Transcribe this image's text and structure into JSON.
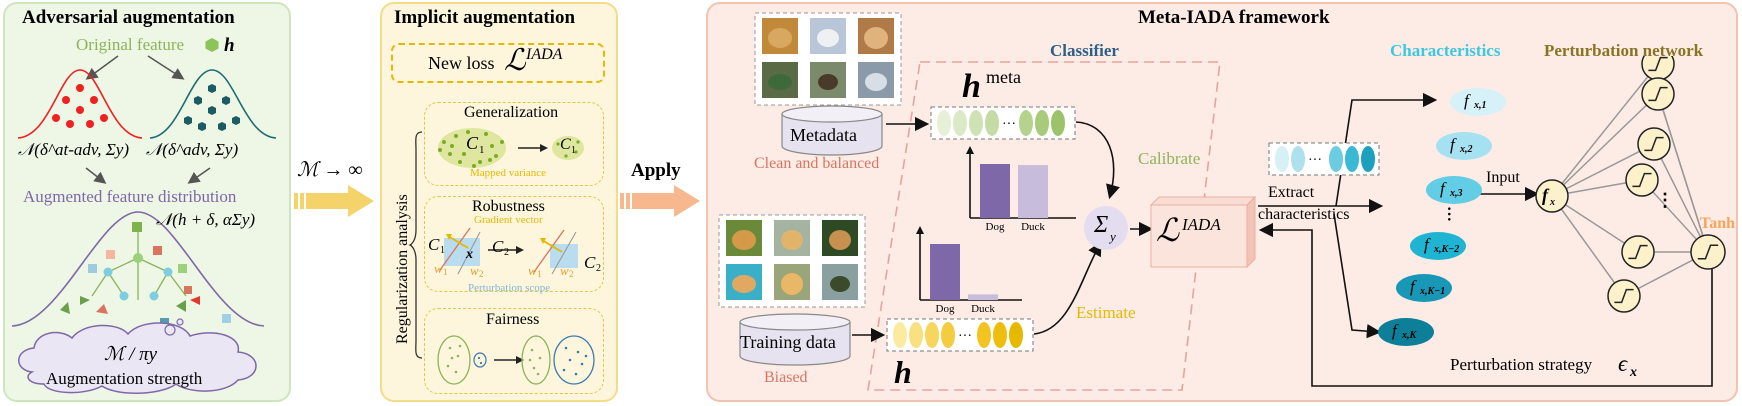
{
  "panel1": {
    "title": "Adversarial augmentation",
    "original_feature_label": "Original feature",
    "h_symbol": "h",
    "dist_left": "𝒩(δ^at-adv, Σy)",
    "dist_right": "𝒩(δ^adv, Σy)",
    "augmented_label": "Augmented feature distribution",
    "augmented_formula": "𝒩(h + δ, αΣy)",
    "strength_formula": "ℳ / πy",
    "strength_label": "Augmentation strength"
  },
  "limit_label": "ℳ → ∞",
  "apply_label": "Apply",
  "panel2": {
    "title": "Implicit augmentation",
    "new_loss": "New loss",
    "loss_symbol": "ℒ",
    "loss_super": "IADA",
    "side_label": "Regularization analysis",
    "generalization": {
      "title": "Generalization",
      "c1": "C",
      "c1_sub": "1",
      "note": "Mapped variance"
    },
    "robustness": {
      "title": "Robustness",
      "gradient": "Gradient vector",
      "scope": "Perturbation scope",
      "c1": "C",
      "c1_sub": "1",
      "c2": "C",
      "c2_sub": "2",
      "w1": "w",
      "w1_sub": "1",
      "w2": "w",
      "w2_sub": "2",
      "x": "x"
    },
    "fairness": {
      "title": "Fairness"
    }
  },
  "panel3": {
    "title": "Meta-IADA framework",
    "classifier": "Classifier",
    "characteristics": "Characteristics",
    "perturbation_network": "Perturbation network",
    "metadata": "Metadata",
    "clean_balanced": "Clean and balanced",
    "training_data": "Training data",
    "biased": "Biased",
    "h_meta_base": "h",
    "h_meta_super": "meta",
    "h_train": "h",
    "calibrate": "Calibrate",
    "estimate": "Estimate",
    "sigma": "Σ",
    "sigma_sub": "y",
    "loss_symbol": "ℒ",
    "loss_super": "IADA",
    "extract_line1": "Extract",
    "extract_line2": "characteristics",
    "input": "Input",
    "tanh": "Tanh",
    "fx": "f",
    "fx_sub": "x",
    "strategy": "Perturbation strategy",
    "epsilon": "ϵ",
    "epsilon_sub": "x",
    "char_items": [
      {
        "sub": "x,1"
      },
      {
        "sub": "x,2"
      },
      {
        "sub": "x,3"
      },
      {
        "sub": "x,K−2"
      },
      {
        "sub": "x,K−1"
      },
      {
        "sub": "x,K"
      }
    ],
    "meta_chart": {
      "categories": [
        "Dog",
        "Duck"
      ],
      "values": [
        1.0,
        0.98
      ],
      "colors": [
        "#7e68a8",
        "#c7bcdc"
      ]
    },
    "train_chart": {
      "categories": [
        "Dog",
        "Duck"
      ],
      "values": [
        1.0,
        0.1
      ],
      "colors": [
        "#7e68a8",
        "#c7bcdc"
      ]
    }
  },
  "colors": {
    "title_blue": "#2e5f86",
    "char_cyan": "#3ec7e4",
    "pert_brown": "#8a7323",
    "green": "#8cb35a",
    "yellow": "#e6b800",
    "purple": "#7e68a8",
    "salmon": "#d9755e"
  }
}
